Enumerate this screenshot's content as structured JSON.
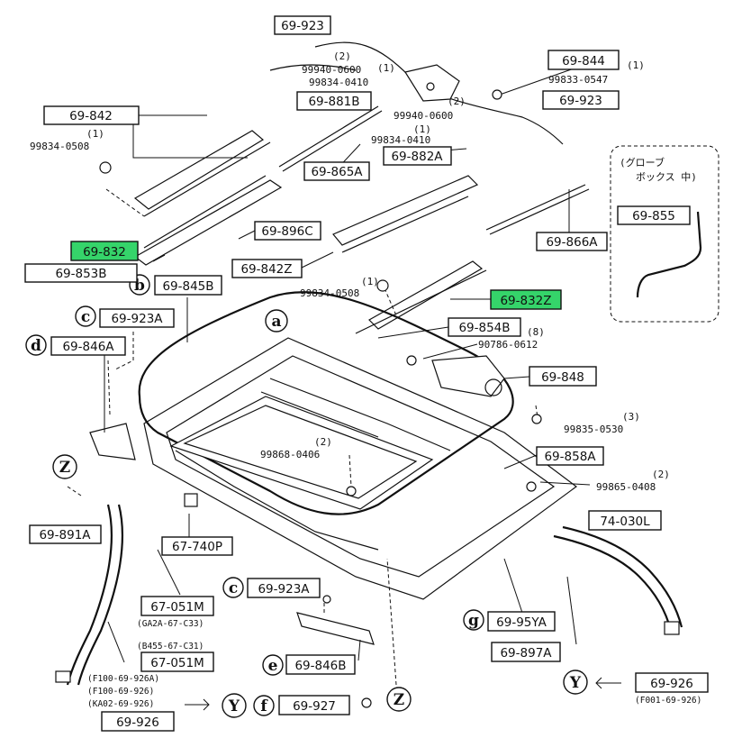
{
  "colors": {
    "highlight": "#35d46a",
    "ink": "#111111",
    "paper": "#ffffff"
  },
  "parts": {
    "p69923a": "69-923",
    "p69844": "69-844",
    "p69923b": "69-923",
    "p69842": "69-842",
    "p69881b": "69-881B",
    "p69865a": "69-865A",
    "p69882a": "69-882A",
    "p69855": "69-855",
    "p69866a": "69-866A",
    "p69896c": "69-896C",
    "p69832": "69-832",
    "p69853b": "69-853B",
    "p69842z": "69-842Z",
    "p69845b": "69-845B",
    "p69832z": "69-832Z",
    "p69923ac": "69-923A",
    "p69854b": "69-854B",
    "p69846a": "69-846A",
    "p69848": "69-848",
    "p69858a": "69-858A",
    "p69891a": "69-891A",
    "p74030l": "74-030L",
    "p67740p": "67-740P",
    "p67051m_a": "67-051M",
    "p69923ac2": "69-923A",
    "p67051m_b": "67-051M",
    "p6995ya": "69-95YA",
    "p69897a": "69-897A",
    "p69846b": "69-846B",
    "p69926a": "69-926",
    "p69927": "69-927",
    "p69926b": "69-926"
  },
  "fasteners": {
    "f_0600": "99940-0600",
    "f_0410": "99834-0410",
    "f_0547": "99833-0547",
    "f_0600b": "99940-0600",
    "f_0410b": "99834-0410",
    "f_0508": "99834-0508",
    "f_0508b": "99834-0508",
    "f_0612": "90786-0612",
    "f_0530": "99835-0530",
    "f_0406": "99868-0406",
    "f_0408": "99865-0408"
  },
  "quantities": {
    "q1": "(1)",
    "q2": "(2)",
    "q3": "(1)",
    "q4": "(2)",
    "q5": "(1)",
    "q6": "(1)",
    "q7": "(1)",
    "q8": "(8)",
    "q9": "(3)",
    "q10": "(2)",
    "q11": "(2)"
  },
  "callouts": {
    "a": "a",
    "b": "b",
    "c1": "c",
    "c2": "c",
    "d": "d",
    "e": "e",
    "f": "f",
    "g": "g",
    "z1": "Z",
    "z2": "Z",
    "y1": "Y",
    "y2": "Y"
  },
  "notes": {
    "glovebox_line1": "(グローブ",
    "glovebox_line2": "ボックス 中)",
    "ga2a": "(GA2A-67-C33)",
    "b455": "(B455-67-C31)",
    "f100a": "(F100-69-926A)",
    "f100b": "(F100-69-926)",
    "ka02": "(KA02-69-926)",
    "f001": "(F001-69-926)"
  }
}
